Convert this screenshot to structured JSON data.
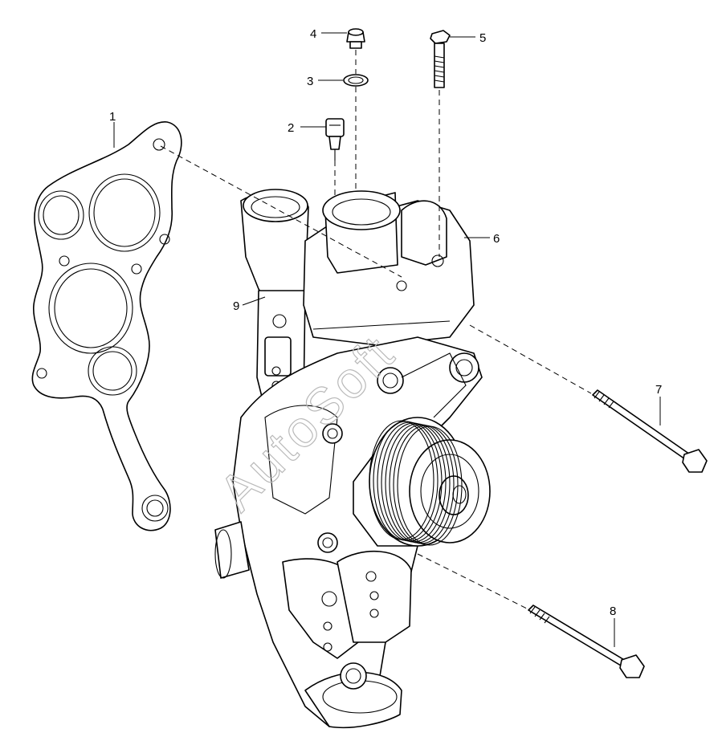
{
  "diagram": {
    "callouts": [
      {
        "id": "1",
        "label": "1"
      },
      {
        "id": "2",
        "label": "2"
      },
      {
        "id": "3",
        "label": "3"
      },
      {
        "id": "4",
        "label": "4"
      },
      {
        "id": "5",
        "label": "5"
      },
      {
        "id": "6",
        "label": "6"
      },
      {
        "id": "7",
        "label": "7"
      },
      {
        "id": "8",
        "label": "8"
      },
      {
        "id": "9",
        "label": "9"
      }
    ],
    "watermark": "AutoSoft",
    "line_color": "#000000",
    "background": "#ffffff"
  }
}
